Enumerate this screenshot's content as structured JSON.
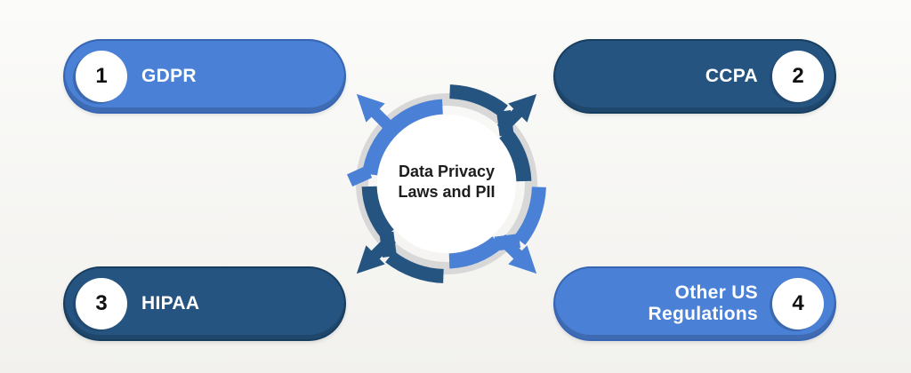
{
  "title": {
    "line1": "Data Privacy",
    "line2": "Laws and PII"
  },
  "colors": {
    "light_blue": "#4A80D5",
    "light_blue_edge": "#3765B3",
    "dark_blue": "#265480",
    "dark_blue_edge": "#173E5F",
    "ring_gray": "#D8D8D8",
    "hub_disc": "#FFFFFF",
    "title_text": "#1D1D1D",
    "number_text": "#111111",
    "label_text": "#FFFFFF",
    "background_top": "#FBFBF9",
    "background_bottom": "#F2F1EE"
  },
  "hub": {
    "segments": [
      {
        "position": "top-right",
        "color": "dark_blue",
        "arrow_direction": "north-east"
      },
      {
        "position": "bottom-right",
        "color": "light_blue",
        "arrow_direction": "south-east"
      },
      {
        "position": "bottom-left",
        "color": "dark_blue",
        "arrow_direction": "south-west"
      },
      {
        "position": "top-left",
        "color": "light_blue",
        "arrow_direction": "north-west"
      }
    ]
  },
  "nodes": [
    {
      "number": "1",
      "label": "GDPR",
      "variant": "light_blue",
      "badge_side": "left",
      "position": "top-left"
    },
    {
      "number": "2",
      "label": "CCPA",
      "variant": "dark_blue",
      "badge_side": "right",
      "position": "top-right"
    },
    {
      "number": "3",
      "label": "HIPAA",
      "variant": "dark_blue",
      "badge_side": "left",
      "position": "bottom-left"
    },
    {
      "number": "4",
      "label": "Other US Regulations",
      "variant": "light_blue",
      "badge_side": "right",
      "position": "bottom-right"
    }
  ]
}
